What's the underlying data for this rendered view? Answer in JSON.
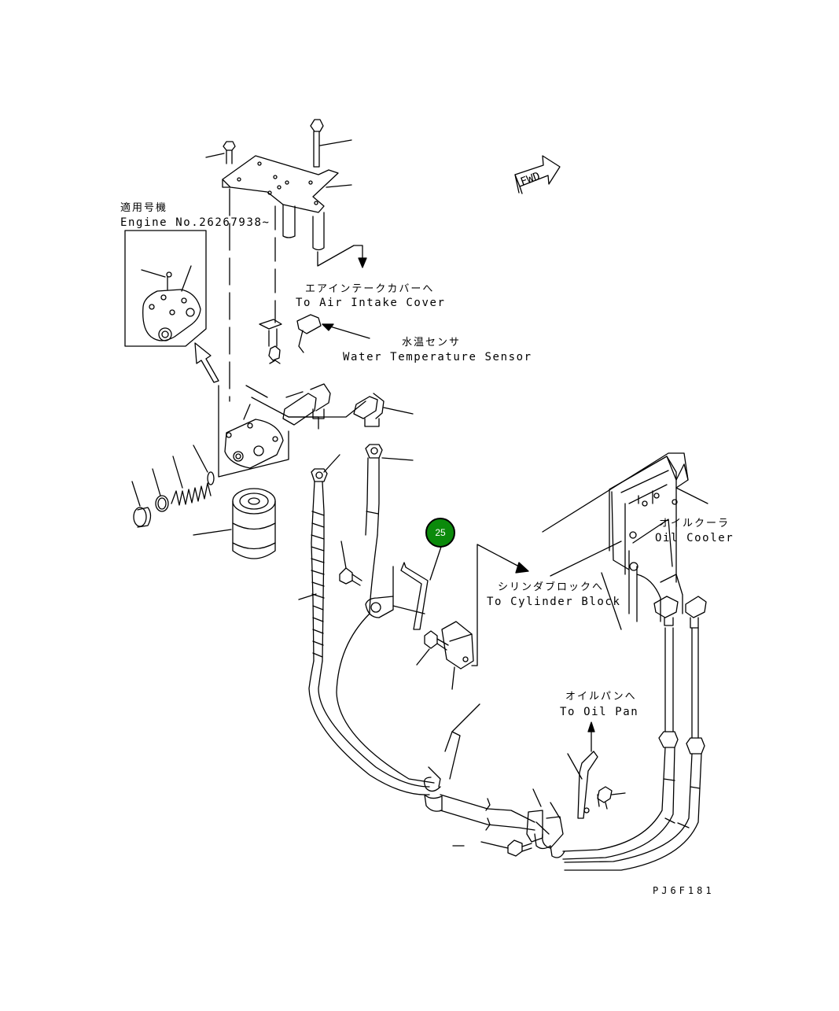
{
  "labels": {
    "applicable_jp": "適用号機",
    "applicable_en": "Engine No.26267938~",
    "air_intake_jp": "エアインテークカバーへ",
    "air_intake_en": "To Air Intake Cover",
    "water_sensor_jp": "水温センサ",
    "water_sensor_en": "Water Temperature Sensor",
    "oil_cooler_jp": "オイルクーラ",
    "oil_cooler_en": "Oil Cooler",
    "cyl_block_jp": "シリンダブロックへ",
    "cyl_block_en": "To Cylinder Block",
    "oil_pan_jp": "オイルパンへ",
    "oil_pan_en": "To Oil Pan",
    "fwd": "FWD",
    "callout": "25",
    "drawing_code": "PJ6F181"
  }
}
